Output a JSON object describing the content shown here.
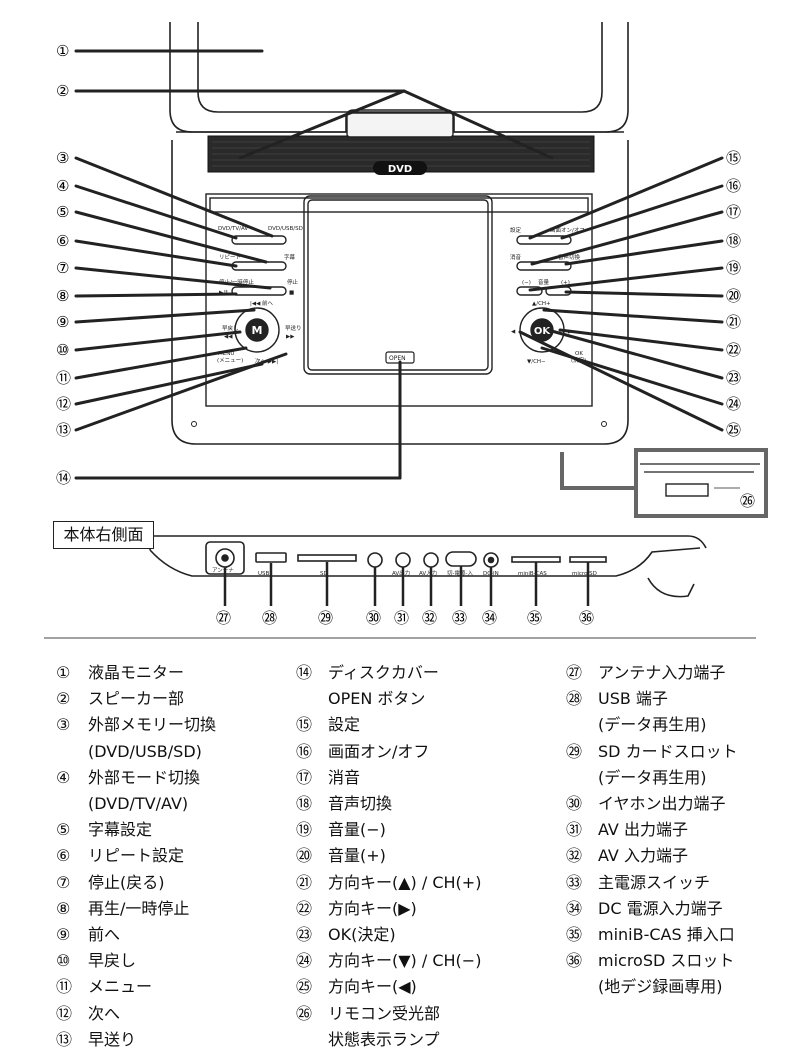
{
  "callouts_top": [
    "①",
    "②",
    "③",
    "④",
    "⑤",
    "⑥",
    "⑦",
    "⑧",
    "⑨",
    "⑩",
    "⑪",
    "⑫",
    "⑬",
    "⑭"
  ],
  "callouts_right": [
    "⑮",
    "⑯",
    "⑰",
    "⑱",
    "⑲",
    "⑳",
    "㉑",
    "㉒",
    "㉓",
    "㉔",
    "㉕",
    "㉖"
  ],
  "callouts_side": [
    "㉗",
    "㉘",
    "㉙",
    "㉚",
    "㉛",
    "㉜",
    "㉝",
    "㉞",
    "㉟",
    "㊱"
  ],
  "device": {
    "brand": "DVD",
    "open_label": "OPEN",
    "m_button": "M",
    "ok_button": "OK",
    "left_panel": [
      "DVD/TV/AV",
      "DVD/USB/SD",
      "リピート",
      "字幕",
      "停止/一時停止",
      "停止",
      "■",
      "▶/‖",
      "|◀◀ 前へ",
      "早戻し",
      "◀◀",
      "早送り",
      "▶▶",
      "MENU",
      "(メニュー)",
      "次へ ▶▶|"
    ],
    "right_panel": [
      "設定",
      "画面オン/オフ",
      "消音",
      "音声切換",
      "(−)",
      "音量",
      "(+)",
      "▲/CH+",
      "◀",
      "▶",
      "OK",
      "(決定)",
      "▼/CH−"
    ],
    "side_ports": [
      "アンテナ",
      "USB",
      "SD",
      "AV出力",
      "AV入力",
      "切-電源-入",
      "DC-IN",
      "miniB-CAS",
      "micro SD"
    ]
  },
  "side_title": "本体右側面",
  "legend": [
    [
      {
        "n": "①",
        "t": "液晶モニター"
      },
      {
        "n": "②",
        "t": "スピーカー部"
      },
      {
        "n": "③",
        "t": "外部メモリー切換",
        "c": "(DVD/USB/SD)"
      },
      {
        "n": "④",
        "t": "外部モード切換",
        "c": "(DVD/TV/AV)"
      },
      {
        "n": "⑤",
        "t": "字幕設定"
      },
      {
        "n": "⑥",
        "t": "リピート設定"
      },
      {
        "n": "⑦",
        "t": "停止(戻る)"
      },
      {
        "n": "⑧",
        "t": "再生/一時停止"
      },
      {
        "n": "⑨",
        "t": "前へ"
      },
      {
        "n": "⑩",
        "t": "早戻し"
      },
      {
        "n": "⑪",
        "t": "メニュー"
      },
      {
        "n": "⑫",
        "t": "次へ"
      },
      {
        "n": "⑬",
        "t": "早送り"
      }
    ],
    [
      {
        "n": "⑭",
        "t": "ディスクカバー",
        "c": "OPEN ボタン"
      },
      {
        "n": "⑮",
        "t": "設定"
      },
      {
        "n": "⑯",
        "t": "画面オン/オフ"
      },
      {
        "n": "⑰",
        "t": "消音"
      },
      {
        "n": "⑱",
        "t": "音声切換"
      },
      {
        "n": "⑲",
        "t": "音量(−)"
      },
      {
        "n": "⑳",
        "t": "音量(+)"
      },
      {
        "n": "㉑",
        "t": "方向キー(▲) / CH(+)"
      },
      {
        "n": "㉒",
        "t": "方向キー(▶)"
      },
      {
        "n": "㉓",
        "t": "OK(決定)"
      },
      {
        "n": "㉔",
        "t": "方向キー(▼) / CH(−)"
      },
      {
        "n": "㉕",
        "t": "方向キー(◀)"
      },
      {
        "n": "㉖",
        "t": "リモコン受光部",
        "c": "状態表示ランプ"
      }
    ],
    [
      {
        "n": "㉗",
        "t": "アンテナ入力端子"
      },
      {
        "n": "㉘",
        "t": "USB 端子",
        "c": "(データ再生用)"
      },
      {
        "n": "㉙",
        "t": "SD カードスロット",
        "c": "(データ再生用)"
      },
      {
        "n": "㉚",
        "t": "イヤホン出力端子"
      },
      {
        "n": "㉛",
        "t": "AV 出力端子"
      },
      {
        "n": "㉜",
        "t": "AV 入力端子"
      },
      {
        "n": "㉝",
        "t": "主電源スイッチ"
      },
      {
        "n": "㉞",
        "t": "DC 電源入力端子"
      },
      {
        "n": "㉟",
        "t": "miniB-CAS 挿入口"
      },
      {
        "n": "㊱",
        "t": "microSD スロット",
        "c": "(地デジ録画専用)"
      }
    ]
  ]
}
